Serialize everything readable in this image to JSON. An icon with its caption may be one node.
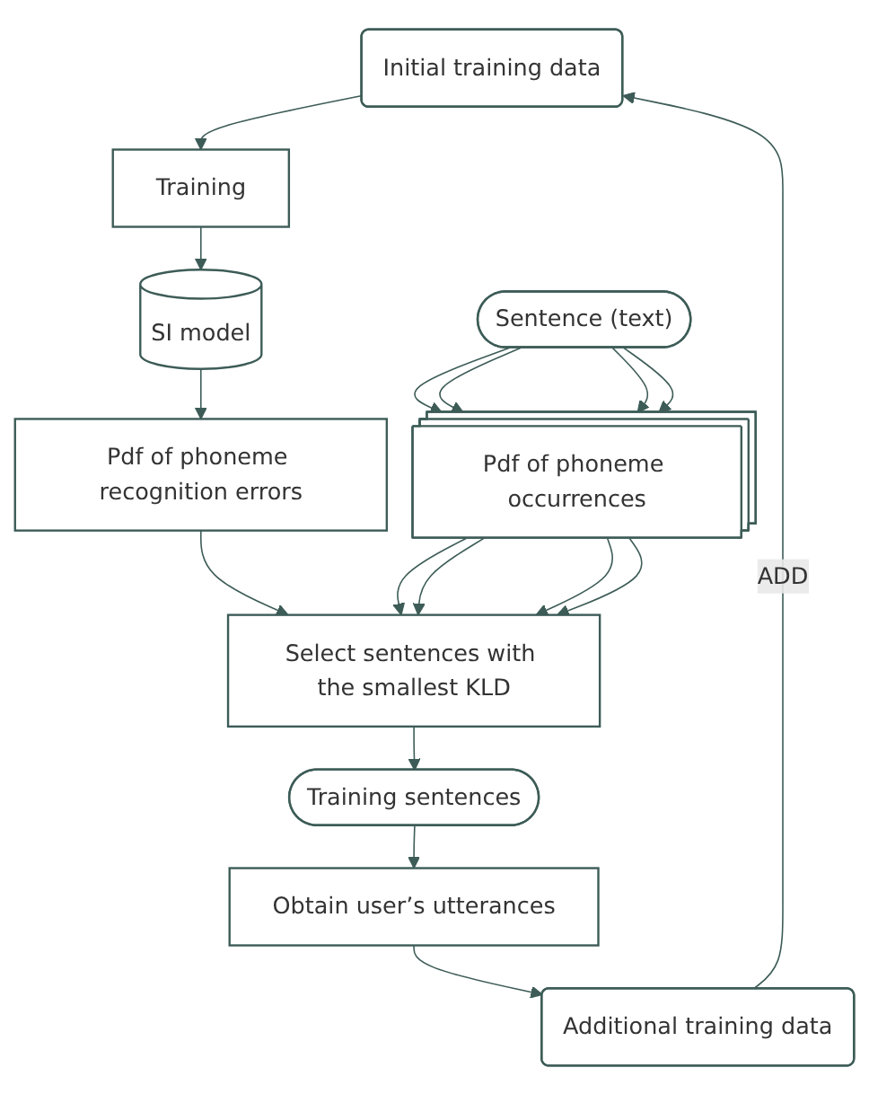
{
  "diagram": {
    "nodes": [
      {
        "text": [
          "Initial training data"
        ]
      },
      {
        "text": [
          "Training"
        ]
      },
      {
        "text": [
          "SI model"
        ]
      },
      {
        "text": [
          "Pdf of phoneme recognition errors"
        ]
      },
      {
        "text": [
          "Sentence (text)"
        ]
      },
      {
        "text": [
          "Pdf of phoneme occurrences"
        ]
      },
      {
        "text": [
          "Select sentences with the smallest KLD"
        ]
      },
      {
        "text": [
          "Training sentences"
        ]
      },
      {
        "text": [
          "Obtain user’s utterances"
        ]
      },
      {
        "text": [
          "Additional training data"
        ]
      }
    ],
    "edges": [
      {
        "from": 0,
        "to": 1,
        "arrow": "to"
      },
      {
        "from": 1,
        "to": 2,
        "arrow": "to"
      },
      {
        "from": 2,
        "to": 3,
        "arrow": "to"
      },
      {
        "from": 4,
        "to": 5,
        "arrow": "to"
      },
      {
        "from": 4,
        "to": 5,
        "arrow": "to"
      },
      {
        "from": 4,
        "to": 5,
        "arrow": "to"
      },
      {
        "from": 4,
        "to": 5,
        "arrow": "to"
      },
      {
        "from": 3,
        "to": 6,
        "arrow": "to"
      },
      {
        "from": 5,
        "to": 6,
        "arrow": "to"
      },
      {
        "from": 5,
        "to": 6,
        "arrow": "to"
      },
      {
        "from": 5,
        "to": 6,
        "arrow": "to"
      },
      {
        "from": 5,
        "to": 6,
        "arrow": "to"
      },
      {
        "from": 6,
        "to": 7,
        "arrow": "to"
      },
      {
        "from": 7,
        "to": 8,
        "arrow": "to"
      },
      {
        "from": 8,
        "to": 9,
        "arrow": "to"
      },
      {
        "from": 9,
        "to": 0,
        "label": "ADD",
        "arrow": "to"
      }
    ]
  }
}
